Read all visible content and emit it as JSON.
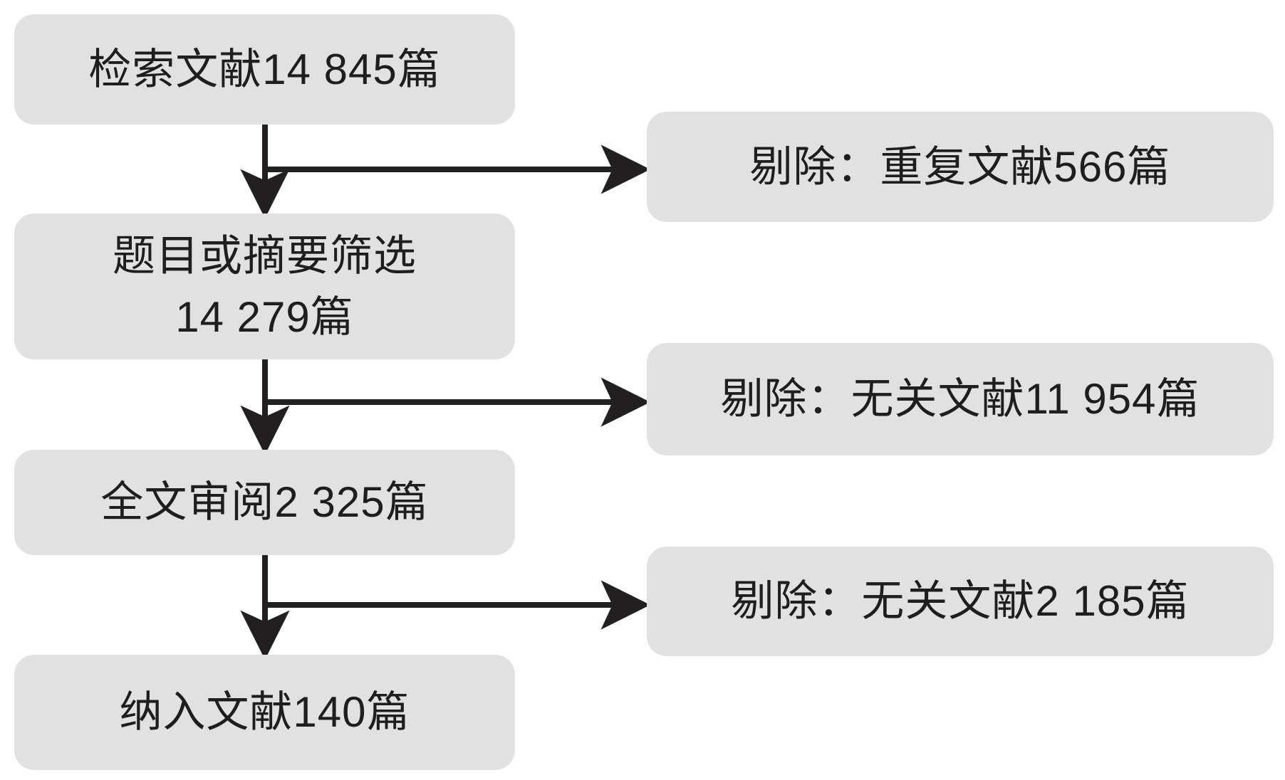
{
  "flow": {
    "title": "literature-screening-flowchart",
    "left_boxes": [
      {
        "lines": [
          "检索文献14 845篇"
        ]
      },
      {
        "lines": [
          "题目或摘要筛选",
          "14 279篇"
        ]
      },
      {
        "lines": [
          "全文审阅2 325篇"
        ]
      },
      {
        "lines": [
          "纳入文献140篇"
        ]
      }
    ],
    "right_boxes": [
      {
        "label": "剔除：重复文献566篇"
      },
      {
        "label": "剔除：无关文献11 954篇"
      },
      {
        "label": "剔除：无关文献2 185篇"
      }
    ],
    "colors": {
      "box_bg": "#e2e1e2",
      "text": "#1f1d1e",
      "line": "#221f20",
      "background": "#ffffff"
    }
  }
}
